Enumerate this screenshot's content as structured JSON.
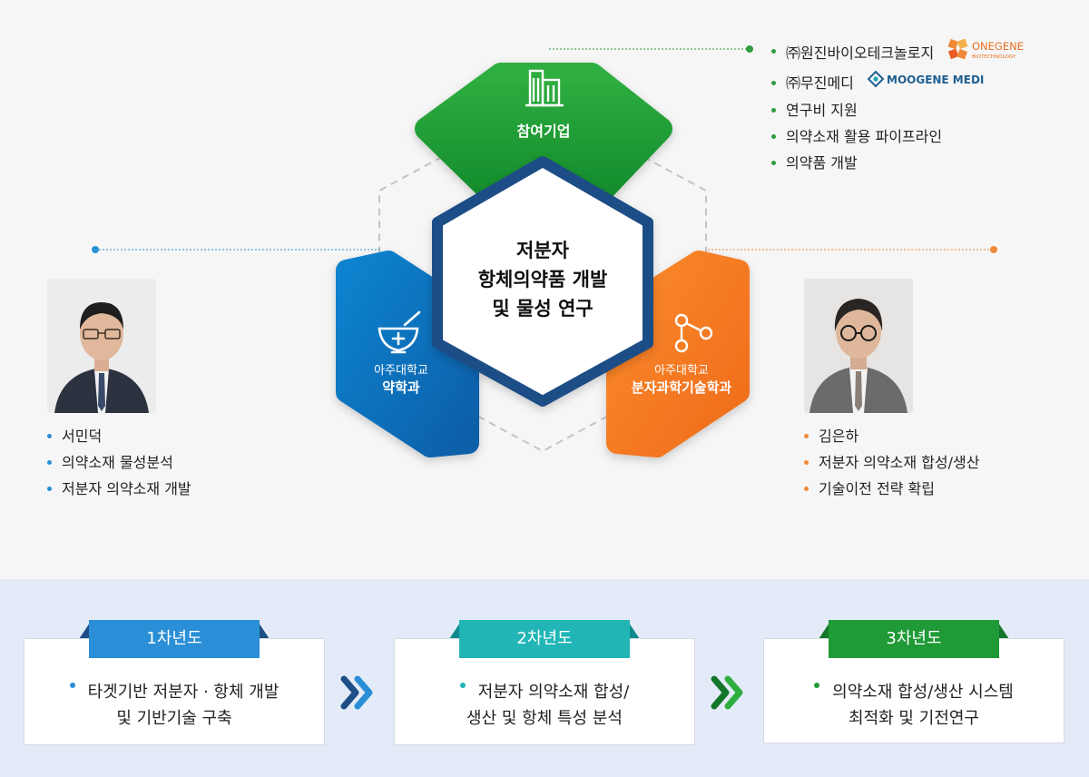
{
  "center": {
    "line1": "저분자",
    "line2": "항체의약품 개발",
    "line3": "및 물성 연구"
  },
  "companies_hex": {
    "label": "참여기업"
  },
  "pharmacy_hex": {
    "line1": "아주대학교",
    "line2": "약학과"
  },
  "molecular_hex": {
    "line1": "아주대학교",
    "line2": "분자과학기술학과"
  },
  "company_list": [
    {
      "text": "㈜원진바이오테크놀로지",
      "logo": "ONEGENE",
      "logo_sub": "BIOTECHNOLOGY"
    },
    {
      "text": "㈜무진메디",
      "logo": "MOOGENE MEDI"
    },
    {
      "text": "연구비 지원"
    },
    {
      "text": "의약소재 활용 파이프라인"
    },
    {
      "text": "의약품 개발"
    }
  ],
  "left_person": [
    "서민덕",
    "의약소재 물성분석",
    "저분자 의약소재 개발"
  ],
  "right_person": [
    "김은하",
    "저분자 의약소재 합성/생산",
    "기술이전 전략 확립"
  ],
  "years": [
    {
      "tab": "1차년도",
      "line1": "타겟기반 저분자 · 항체 개발",
      "line2": "및 기반기술 구축"
    },
    {
      "tab": "2차년도",
      "line1": "저분자 의약소재 합성/",
      "line2": "생산 및 항체 특성 분석"
    },
    {
      "tab": "3차년도",
      "line1": "의약소재 합성/생산 시스템",
      "line2": "최적화 및 기전연구"
    }
  ],
  "colors": {
    "green": "#1f9a36",
    "blue": "#0a6fbd",
    "orange": "#f27a22",
    "navy": "#1d4e86",
    "teal": "#21b5b6",
    "sky": "#2a8fd6"
  },
  "icons": {
    "companies": "building-icon",
    "pharmacy": "mortar-pestle-icon",
    "molecular": "molecule-icon"
  }
}
